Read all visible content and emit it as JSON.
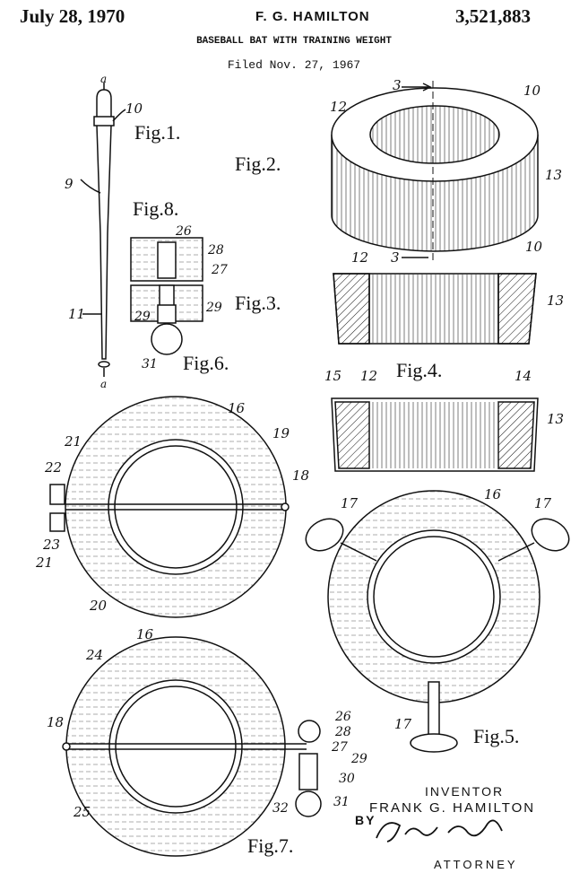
{
  "header": {
    "date": "July 28, 1970",
    "inventor": "F. G. HAMILTON",
    "patent_number": "3,521,883",
    "title": "BASEBALL BAT WITH TRAINING WEIGHT",
    "filed": "Filed Nov. 27, 1967"
  },
  "figures": {
    "fig1": "Fig.1.",
    "fig2": "Fig.2.",
    "fig3": "Fig.3.",
    "fig4": "Fig.4.",
    "fig5": "Fig.5.",
    "fig6": "Fig.6.",
    "fig7": "Fig.7.",
    "fig8": "Fig.8."
  },
  "reference_numerals": {
    "n3a": "3",
    "n3b": "3",
    "n9": "9",
    "n10a": "10",
    "n10b": "10",
    "n10c": "10",
    "n11": "11",
    "n12a": "12",
    "n12b": "12",
    "n12c": "12",
    "n13a": "13",
    "n13b": "13",
    "n13c": "13",
    "n14": "14",
    "n15": "15",
    "n16a": "16",
    "n16b": "16",
    "n16c": "16",
    "n17a": "17",
    "n17b": "17",
    "n17c": "17",
    "n18a": "18",
    "n18b": "18",
    "n19": "19",
    "n20": "20",
    "n21a": "21",
    "n21b": "21",
    "n22": "22",
    "n23": "23",
    "n24": "24",
    "n25": "25",
    "n26a": "26",
    "n26b": "26",
    "n27a": "27",
    "n27b": "27",
    "n28a": "28",
    "n28b": "28",
    "n29a": "29",
    "n29b": "29",
    "n29c": "29",
    "n30": "30",
    "n31a": "31",
    "n31b": "31",
    "n32": "32",
    "na_top": "a",
    "na_bottom": "a"
  },
  "footer": {
    "inventor_label": "INVENTOR",
    "inventor_name": "FRANK G. HAMILTON",
    "by": "BY",
    "attorney": "ATTORNEY"
  }
}
